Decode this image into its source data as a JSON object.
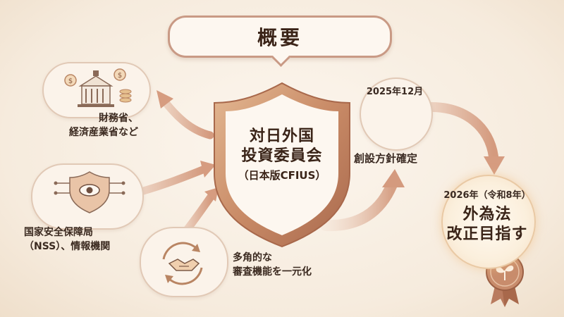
{
  "title": "概要",
  "center": {
    "line1": "対日外国",
    "line2": "投資委員会",
    "line3": "（日本版CFIUS）"
  },
  "inputs": {
    "government": {
      "line1": "財務省、",
      "line2": "経済産業省など"
    },
    "security": {
      "line1": "国家安全保障局",
      "line2": "（NSS）、情報機関"
    },
    "integration": {
      "line1": "多角的な",
      "line2": "審査機能を一元化"
    }
  },
  "milestones": {
    "policy": {
      "date": "2025年12月",
      "label": "創設方針確定"
    },
    "goal": {
      "date": "2026年（令和8年）",
      "line1": "外為法",
      "line2": "改正目指す"
    }
  },
  "icons": {
    "government": "government-building-icon",
    "security": "eye-shield-icon",
    "integration": "handshake-cycle-icon",
    "policy": "document-check-icon",
    "goal": "sprout-seal-icon"
  },
  "colors": {
    "accent": "#c99a85",
    "arrow": "#d9a589",
    "shield": "#c8906d",
    "background": "#f6ebdd"
  }
}
